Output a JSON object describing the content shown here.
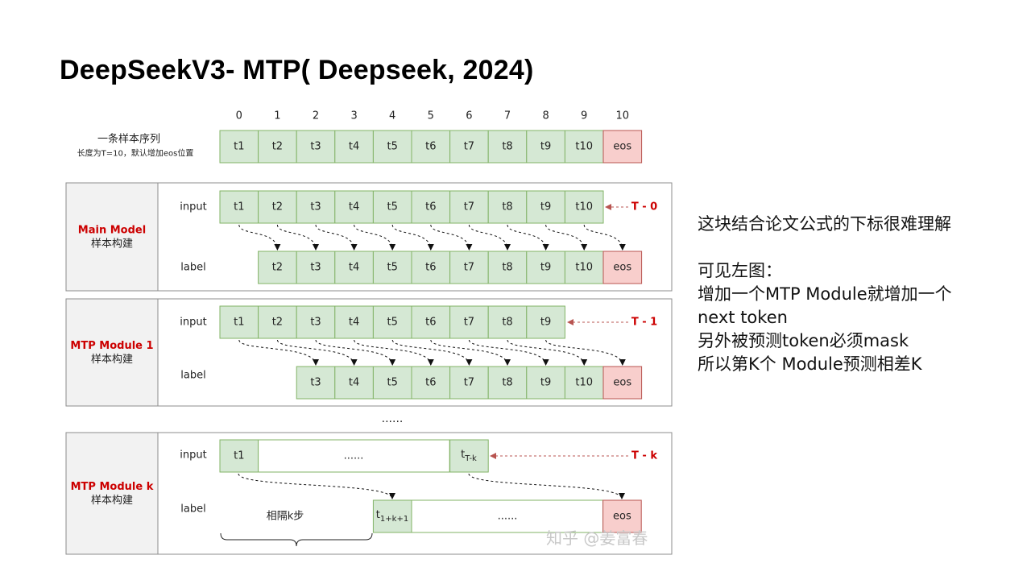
{
  "title": "DeepSeekV3- MTP( Deepseek, 2024)",
  "indices": [
    "0",
    "1",
    "2",
    "3",
    "4",
    "5",
    "6",
    "7",
    "8",
    "9",
    "10"
  ],
  "sequence": {
    "label_line1": "一条样本序列",
    "label_line2": "长度为T=10，默认增加eos位置",
    "tokens": [
      "t1",
      "t2",
      "t3",
      "t4",
      "t5",
      "t6",
      "t7",
      "t8",
      "t9",
      "t10",
      "eos"
    ]
  },
  "main_model": {
    "name": "Main Model",
    "sub": "样本构建",
    "input_label": "input",
    "label_label": "label",
    "input_tokens": [
      "t1",
      "t2",
      "t3",
      "t4",
      "t5",
      "t6",
      "t7",
      "t8",
      "t9",
      "t10"
    ],
    "label_tokens": [
      "t2",
      "t3",
      "t4",
      "t5",
      "t6",
      "t7",
      "t8",
      "t9",
      "t10",
      "eos"
    ],
    "offset_tag": "T - 0"
  },
  "mtp1": {
    "name": "MTP Module 1",
    "sub": "样本构建",
    "input_label": "input",
    "label_label": "label",
    "input_tokens": [
      "t1",
      "t2",
      "t3",
      "t4",
      "t5",
      "t6",
      "t7",
      "t8",
      "t9"
    ],
    "label_tokens": [
      "t3",
      "t4",
      "t5",
      "t6",
      "t7",
      "t8",
      "t9",
      "t10",
      "eos"
    ],
    "offset_tag": "T - 1"
  },
  "between_dots": "......",
  "mtpk": {
    "name": "MTP Module k",
    "sub": "样本构建",
    "input_label": "input",
    "label_label": "label",
    "input_first": "t1",
    "input_dots": "......",
    "input_last_base": "t",
    "input_last_sub": "T-k",
    "label_first_base": "t",
    "label_first_sub": "1+k+1",
    "label_dots": "......",
    "label_last": "eos",
    "gap_text": "相隔k步",
    "offset_tag": "T - k"
  },
  "notes": {
    "line1": "这块结合论文公式的下标很难理解",
    "line2": "可见左图：",
    "line3": "增加一个MTP Module就增加一个",
    "line4": "next token",
    "line5": "另外被预测token必须mask",
    "line6": "所以第K个 Module预测相差K"
  },
  "watermark": "知乎 @姜富春",
  "colors": {
    "token_fill": "#d5e8d4",
    "token_stroke": "#82b366",
    "eos_fill": "#f8cecc",
    "eos_stroke": "#b85450",
    "model_name": "#cc0000",
    "panel_left": "#f2f2f2",
    "panel_stroke": "#8c8c8c"
  }
}
